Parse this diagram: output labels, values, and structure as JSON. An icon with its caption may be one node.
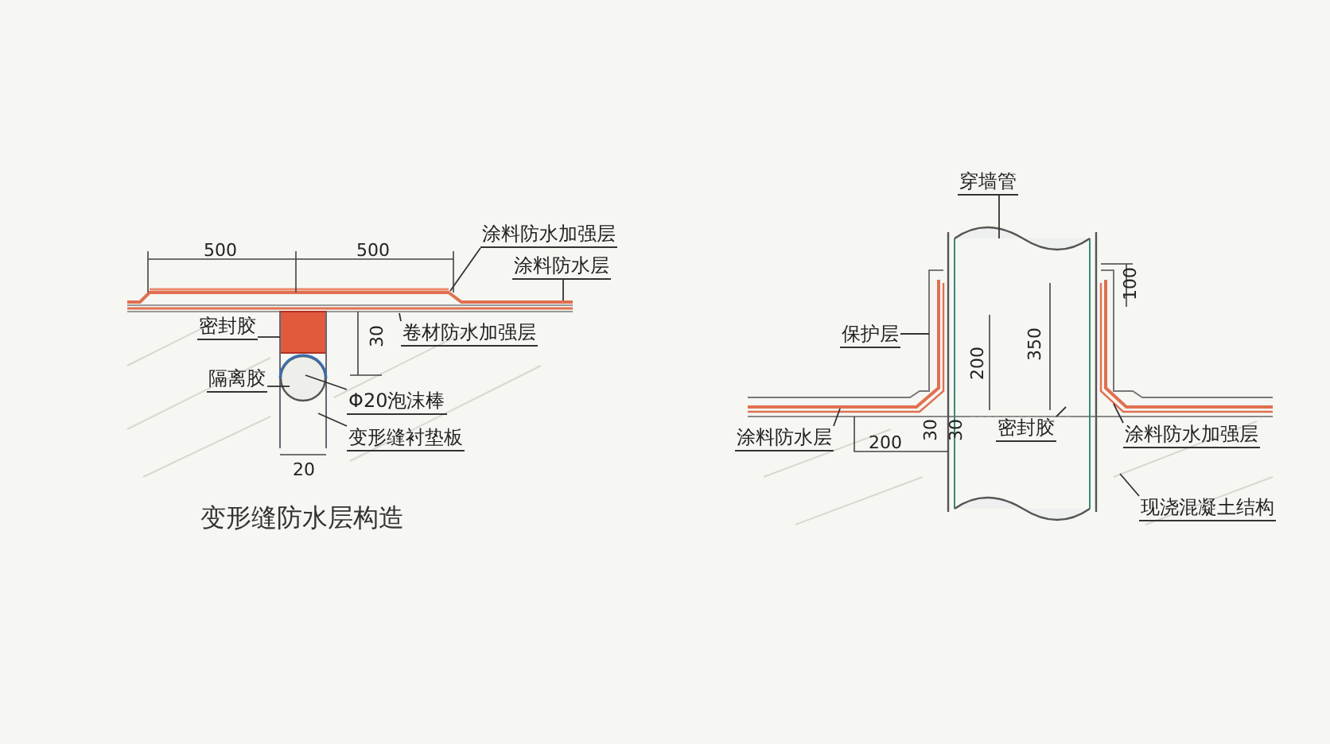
{
  "diagram": {
    "nodes": [
      {
        "text": [
          "涂料防水加强层"
        ]
      },
      {
        "text": [
          "涂料防水层"
        ]
      },
      {
        "text": [
          "卷材防水加强层"
        ]
      },
      {
        "text": [
          "密封胶"
        ]
      },
      {
        "text": [
          "隔离胶"
        ]
      },
      {
        "text": [
          "Φ20泡沫棒"
        ]
      },
      {
        "text": [
          "变形缝衬垫板"
        ]
      },
      {
        "text": [
          "穿墙管"
        ]
      },
      {
        "text": [
          "保护层"
        ]
      },
      {
        "text": [
          "涂料防水层"
        ]
      },
      {
        "text": [
          "密封胶"
        ]
      },
      {
        "text": [
          "涂料防水加强层"
        ]
      },
      {
        "text": [
          "现浇混凝土结构"
        ]
      }
    ],
    "edges": [
      {
        "from": 0,
        "to": null,
        "arrow": "none"
      },
      {
        "from": 1,
        "to": null,
        "arrow": "none"
      },
      {
        "from": 2,
        "to": null,
        "arrow": "none"
      },
      {
        "from": 3,
        "to": null,
        "arrow": "none"
      },
      {
        "from": 4,
        "to": null,
        "arrow": "none"
      },
      {
        "from": 5,
        "to": null,
        "arrow": "none"
      },
      {
        "from": 6,
        "to": null,
        "arrow": "none"
      },
      {
        "from": 7,
        "to": null,
        "arrow": "none"
      },
      {
        "from": 8,
        "to": null,
        "arrow": "none"
      },
      {
        "from": 9,
        "to": null,
        "arrow": "none"
      },
      {
        "from": 10,
        "to": null,
        "arrow": "none"
      },
      {
        "from": 11,
        "to": null,
        "arrow": "none"
      },
      {
        "from": 12,
        "to": null,
        "arrow": "none"
      }
    ],
    "labels": [
      "500",
      "500",
      "30",
      "20",
      "变形缝防水层构造",
      "100",
      "350",
      "200",
      "30",
      "30",
      "200"
    ]
  }
}
